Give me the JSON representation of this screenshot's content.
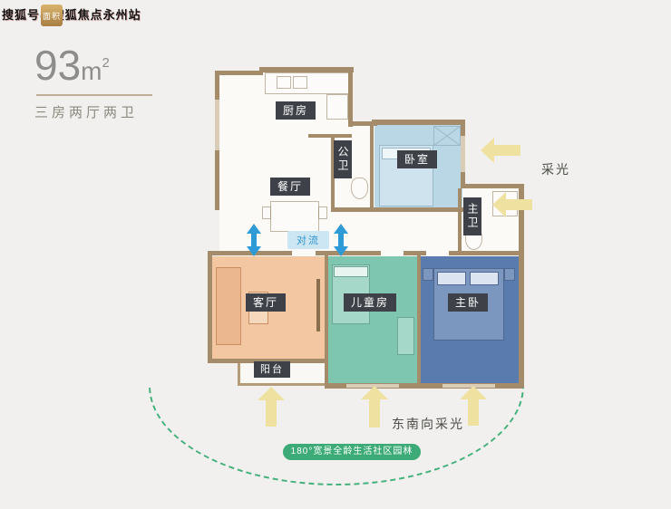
{
  "watermark": {
    "text": "搜狐号@搜狐焦点永州站"
  },
  "info": {
    "badge": "面积",
    "area_value": "93",
    "area_unit": "m",
    "area_sup": "2",
    "layout": "三房两厅两卫"
  },
  "rooms": {
    "kitchen": {
      "label": "厨房"
    },
    "public_bath": {
      "label": "公卫"
    },
    "bedroom": {
      "label": "卧室"
    },
    "dining": {
      "label": "餐厅"
    },
    "master_bath": {
      "label": "主卫"
    },
    "living": {
      "label": "客厅"
    },
    "kids": {
      "label": "儿童房"
    },
    "master": {
      "label": "主卧"
    },
    "balcony": {
      "label": "阳台"
    }
  },
  "annotations": {
    "convection": "对流",
    "daylight": "采光",
    "daylight_se": "东南向采光",
    "garden": "180°宽景全龄生活社区园林"
  },
  "colors": {
    "background": "#f1f0ee",
    "wall": "#a48c6a",
    "label_bg": "#3e4248",
    "living_room": "#f3c7a2",
    "kids_room": "#7fc6b1",
    "master_room": "#5a7bae",
    "bedroom_room": "#b9d7e5",
    "arrow_yellow": "#efe2a0",
    "arrow_blue": "#2f9bd6",
    "accent_green": "#3cab77"
  }
}
